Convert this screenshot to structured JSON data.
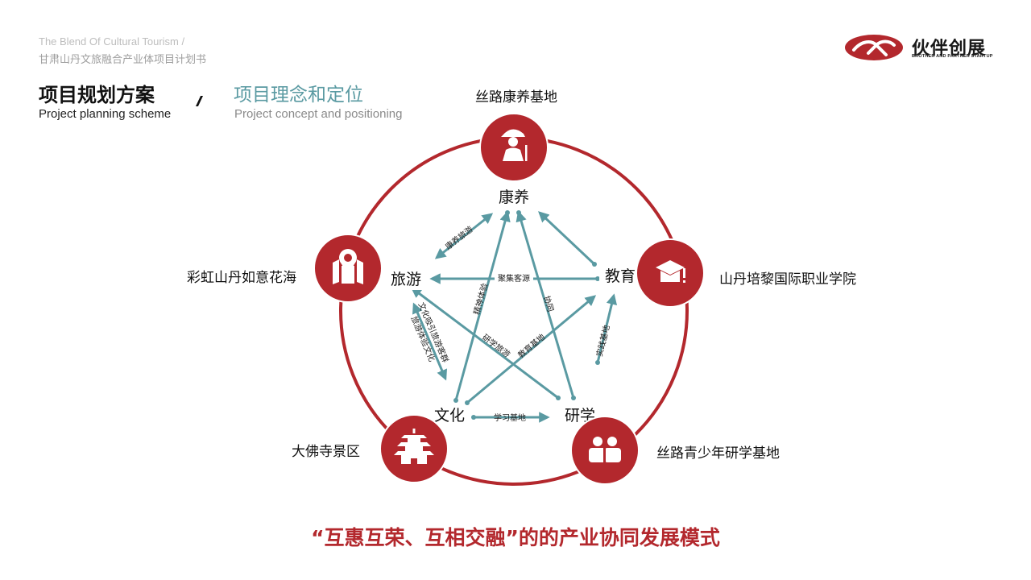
{
  "header": {
    "en": "The Blend Of Cultural Tourism /",
    "cn": "甘肃山丹文旅融合产业体项目计划书"
  },
  "title": {
    "main": "项目规划方案",
    "main_en": "Project planning scheme",
    "sub": "项目理念和定位",
    "sub_en": "Project concept and positioning"
  },
  "logo": {
    "name": "伙伴创展",
    "tagline": "BROTHER AND PARTNER STARTUP"
  },
  "sites": {
    "top": "丝路康养基地",
    "right": "山丹培黎国际职业学院",
    "left": "彩虹山丹如意花海",
    "bottom_left": "大佛寺景区",
    "bottom_right": "丝路青少年研学基地"
  },
  "icons": {
    "top": "elderly-person-icon",
    "right": "graduation-cap-icon",
    "left": "map-pin-icon",
    "bottom_left": "pagoda-icon",
    "bottom_right": "students-icon"
  },
  "nodes": {
    "kangyang": "康养",
    "lvyou": "旅游",
    "jiaoyu": "教育",
    "wenhua": "文化",
    "yanxue": "研学"
  },
  "edges": {
    "kangyang_lvyou": "康养旅游",
    "jiaoyu_lvyou": "聚集客源",
    "wenhua_kangyang": "精神体验",
    "yanxue_kangyang": "协同",
    "lvyou_wenhua_1": "文化吸引旅游客群",
    "lvyou_wenhua_2": "旅游体验文化",
    "yanxue_lvyou": "研学旅游",
    "wenhua_jiaoyu": "教育基地",
    "yanxue_jiaoyu": "实践基地",
    "wenhua_yanxue": "学习基地"
  },
  "slogan": "“互惠互荣、互相交融”的的产业协同发展模式",
  "colors": {
    "red": "#b3282d",
    "teal": "#5a9aa2",
    "ring": "#b3282d"
  }
}
